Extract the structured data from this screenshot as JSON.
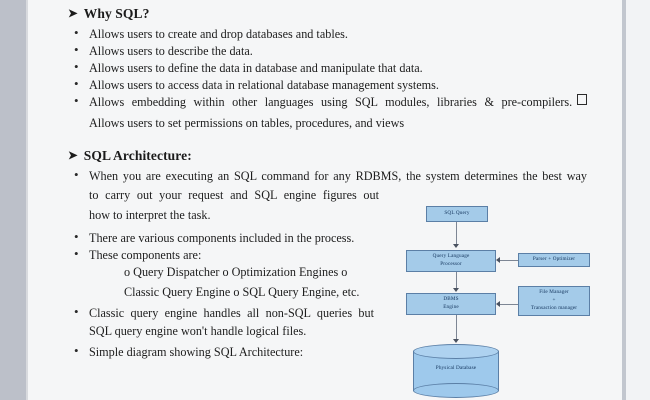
{
  "slide": {
    "section_one": {
      "heading": "Why SQL?",
      "arrow_glyph": "➤",
      "bullets": [
        "Allows users to create and drop databases and tables.",
        "Allows users to describe the data.",
        "Allows users to define the data in database and manipulate that data.",
        "Allows users to access data in relational database management systems.",
        "Allows embedding within other languages using SQL modules, libraries & pre-compilers."
      ],
      "last_bullet_continuation": "Allows users to set permissions on tables, procedures, and views"
    },
    "section_two": {
      "heading": "SQL Architecture:",
      "arrow_glyph": "➤",
      "bullet_one_line_one": "When you are executing an SQL command for any RDBMS, the system determines the best way",
      "bullet_one_line_two": "to carry out your request and SQL engine figures out",
      "bullet_one_line_three": "how to interpret the task.",
      "bullet_two": "There are various components included in the process.",
      "bullet_three": "These components are:",
      "sub_line_one": "o Query Dispatcher o Optimization Engines o",
      "sub_line_two": "Classic Query Engine  o SQL Query Engine, etc.",
      "bullet_four_line_one": "Classic query engine handles all non-SQL queries but",
      "bullet_four_line_two": "SQL query engine won't handle logical files.",
      "bullet_five": "Simple diagram showing SQL Architecture:"
    },
    "bullet_marker": "•",
    "diagram": {
      "title": "SQL Architecture flow diagram",
      "nodes": {
        "sql_query": "SQL Query",
        "query_language_processor_line1": "Query Language",
        "query_language_processor_line2": "Processor",
        "parser_optimizer": "Parser + Optimizer",
        "dbms_engine_line1": "DBMS",
        "dbms_engine_line2": "Engine",
        "file_manager_line1": "File Manager",
        "file_manager_line2": "+",
        "file_manager_line3": "Transaction manager",
        "physical_database": "Physical Database"
      },
      "colors": {
        "box_fill": "#a4cbe9",
        "box_border": "#5b7fa6",
        "cylinder_fill": "#9ec9ec",
        "connector": "#7d8694",
        "text": "#11325a"
      }
    }
  }
}
